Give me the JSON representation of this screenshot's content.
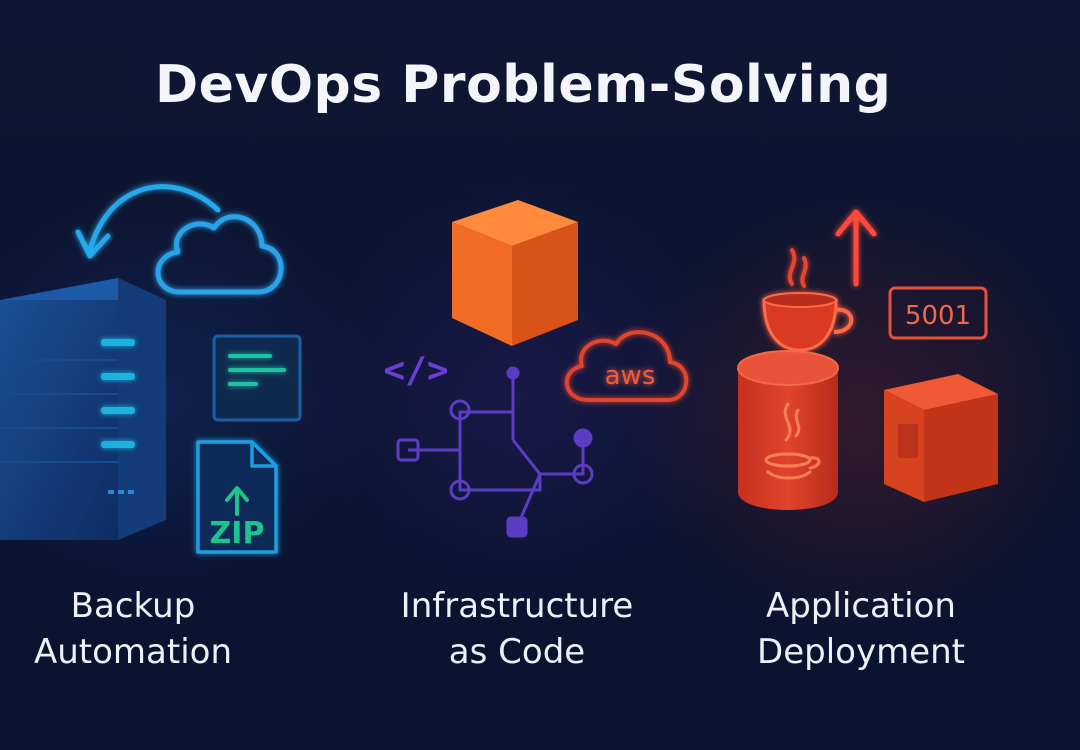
{
  "title": "DevOps Problem-Solving",
  "sections": [
    {
      "id": "backup",
      "label_line1": "Backup",
      "label_line2": "Automation",
      "icons": [
        "server-rack-icon",
        "cloud-icon",
        "sync-arrow-icon",
        "document-icon",
        "zip-file-icon"
      ],
      "zip_text": "ZIP",
      "accent": "#23a6e6"
    },
    {
      "id": "iac",
      "label_line1": "Infrastructure",
      "label_line2": "as Code",
      "icons": [
        "cube-icon",
        "aws-cloud-icon",
        "code-brackets-icon",
        "network-graph-icon"
      ],
      "aws_text": "aws",
      "code_text": "</>",
      "accent": "#7a45d8"
    },
    {
      "id": "deploy",
      "label_line1": "Application",
      "label_line2": "Deployment",
      "icons": [
        "coffee-cup-icon",
        "java-container-icon",
        "up-arrow-icon",
        "port-badge-icon",
        "box-icon"
      ],
      "port_text": "5001",
      "accent": "#e8442b"
    }
  ],
  "colors": {
    "background": "#0d1430",
    "title": "#f4f5fb",
    "blue": "#23a6e6",
    "teal": "#1fc3a4",
    "purple": "#6a3fd0",
    "orange": "#f26a22",
    "red": "#e8442b"
  }
}
